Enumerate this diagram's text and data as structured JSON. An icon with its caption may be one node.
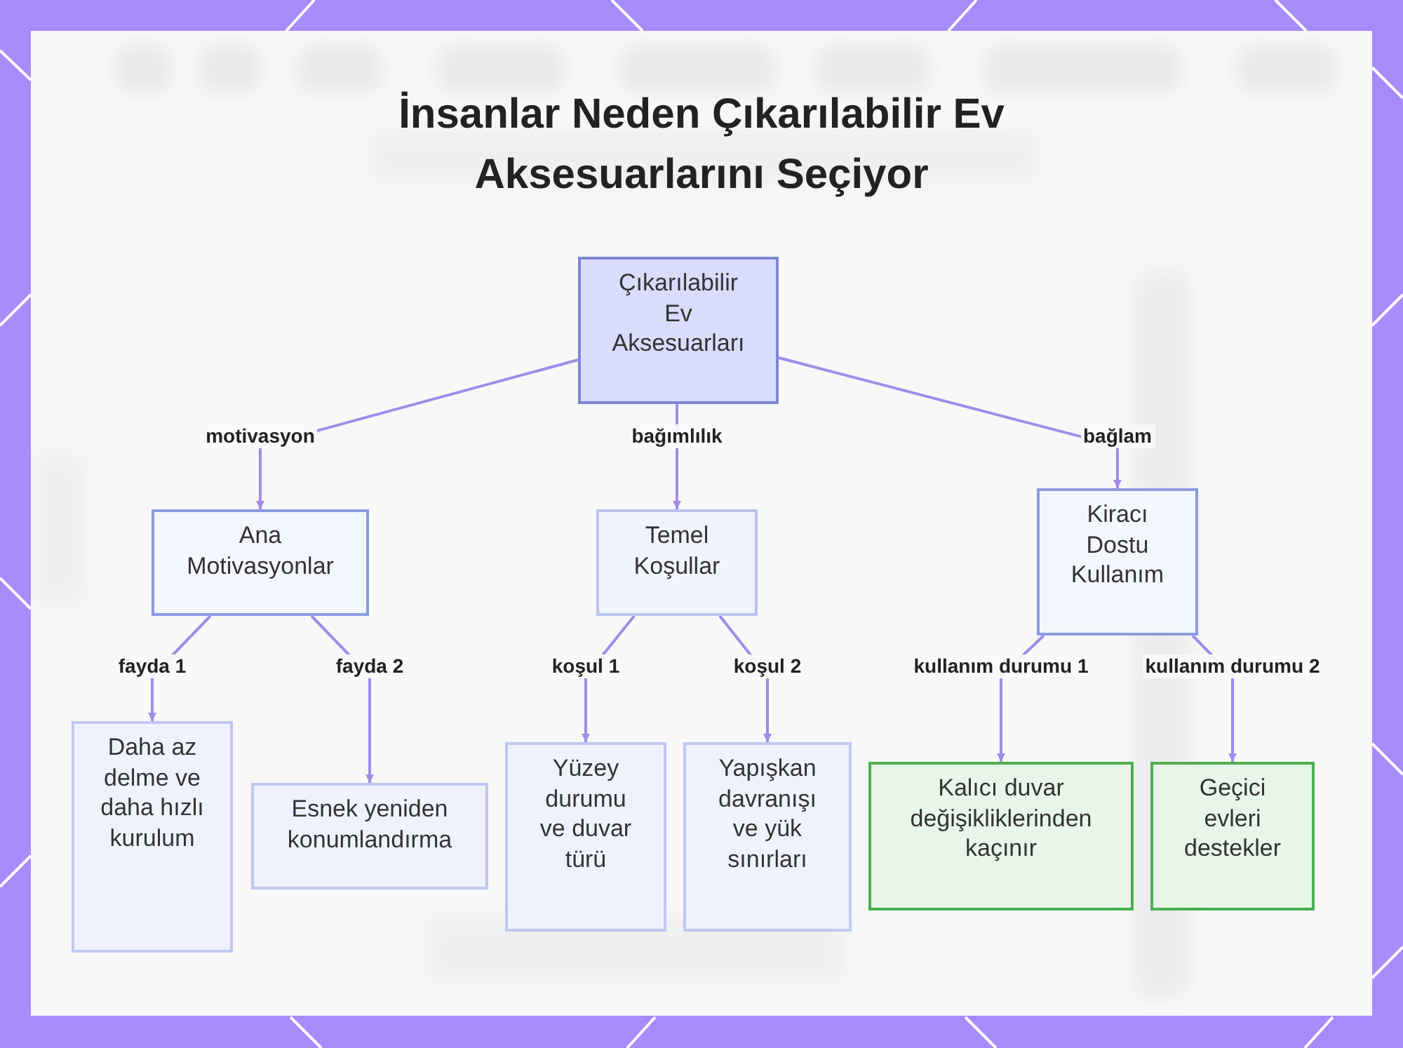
{
  "diagram": {
    "title": "İnsanlar Neden Çıkarılabilir Ev Aksesuarlarını Seçiyor",
    "nodes": [
      {
        "text": [
          "Çıkarılabilir Ev Aksesuarları"
        ]
      },
      {
        "text": [
          "Ana Motivasyonlar"
        ]
      },
      {
        "text": [
          "Temel Koşullar"
        ]
      },
      {
        "text": [
          "Kiracı Dostu Kullanım"
        ]
      },
      {
        "text": [
          "Daha az delme ve daha hızlı kurulum"
        ]
      },
      {
        "text": [
          "Esnek yeniden konumlandırma"
        ]
      },
      {
        "text": [
          "Yüzey durumu ve duvar türü"
        ]
      },
      {
        "text": [
          "Yapışkan davranışı ve yük sınırları"
        ]
      },
      {
        "text": [
          "Kalıcı duvar değişikliklerinden kaçınır"
        ]
      },
      {
        "text": [
          "Geçici evleri destekler"
        ]
      }
    ],
    "edges": [
      {
        "from": 0,
        "to": 1,
        "arrow": "to",
        "label": "motivasyon"
      },
      {
        "from": 0,
        "to": 2,
        "arrow": "to",
        "label": "bağımlılık"
      },
      {
        "from": 0,
        "to": 3,
        "arrow": "to",
        "label": "bağlam"
      },
      {
        "from": 1,
        "to": 4,
        "arrow": "to",
        "label": "fayda 1"
      },
      {
        "from": 1,
        "to": 5,
        "arrow": "to",
        "label": "fayda 2"
      },
      {
        "from": 2,
        "to": 6,
        "arrow": "to",
        "label": "koşul 1"
      },
      {
        "from": 2,
        "to": 7,
        "arrow": "to",
        "label": "koşul 2"
      },
      {
        "from": 3,
        "to": 8,
        "arrow": "to",
        "label": "kullanım durumu 1"
      },
      {
        "from": 3,
        "to": 9,
        "arrow": "to",
        "label": "kullanım durumu 2"
      }
    ]
  }
}
